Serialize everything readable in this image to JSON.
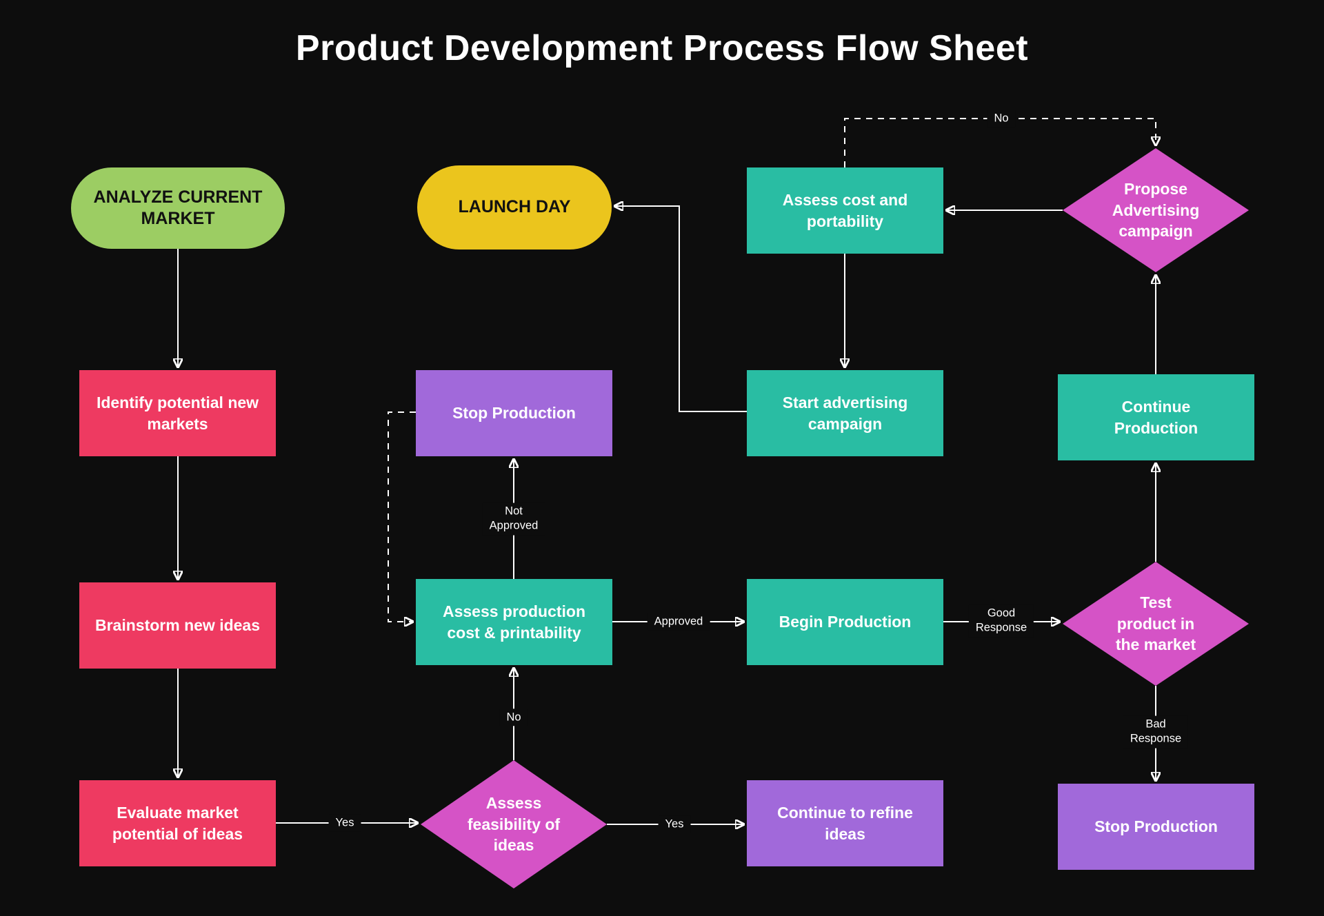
{
  "title": "Product Development Process Flow Sheet",
  "colors": {
    "background": "#0d0d0d",
    "green": "#9ccd63",
    "yellow": "#ebc51d",
    "pink": "#ee3a61",
    "teal": "#29bda3",
    "purple": "#a169da",
    "magenta": "#d553c6",
    "line": "#ffffff",
    "dark_text": "#111111"
  },
  "nodes": {
    "analyze_market": {
      "label": "ANALYZE CURRENT MARKET",
      "shape": "pill",
      "color": "green"
    },
    "identify_markets": {
      "label": "Identify potential new markets",
      "shape": "rect",
      "color": "pink"
    },
    "brainstorm": {
      "label": "Brainstorm new ideas",
      "shape": "rect",
      "color": "pink"
    },
    "evaluate": {
      "label": "Evaluate market potential of ideas",
      "shape": "rect",
      "color": "pink"
    },
    "launch_day": {
      "label": "LAUNCH DAY",
      "shape": "pill",
      "color": "yellow"
    },
    "stop_production_mid": {
      "label": "Stop Production",
      "shape": "rect",
      "color": "purple"
    },
    "assess_production": {
      "label": "Assess production cost & printability",
      "shape": "rect",
      "color": "teal"
    },
    "assess_feasibility": {
      "label": "Assess feasibility of ideas",
      "shape": "diamond",
      "color": "magenta"
    },
    "assess_cost": {
      "label": "Assess cost and portability",
      "shape": "rect",
      "color": "teal"
    },
    "start_advertising": {
      "label": "Start advertising campaign",
      "shape": "rect",
      "color": "teal"
    },
    "begin_production": {
      "label": "Begin Production",
      "shape": "rect",
      "color": "teal"
    },
    "refine_ideas": {
      "label": "Continue to refine ideas",
      "shape": "rect",
      "color": "purple"
    },
    "propose_advertising": {
      "label": "Propose Advertising campaign",
      "shape": "diamond",
      "color": "magenta"
    },
    "continue_production": {
      "label": "Continue Production",
      "shape": "rect",
      "color": "teal"
    },
    "test_product": {
      "label": "Test product in the market",
      "shape": "diamond",
      "color": "magenta"
    },
    "stop_production_right": {
      "label": "Stop Production",
      "shape": "rect",
      "color": "purple"
    }
  },
  "edge_labels": {
    "yes_left": "Yes",
    "yes_right": "Yes",
    "no_feasibility": "No",
    "not_approved": "Not\nApproved",
    "approved": "Approved",
    "good_response": "Good\nResponse",
    "bad_response": "Bad\nResponse",
    "no_advertising": "No"
  }
}
